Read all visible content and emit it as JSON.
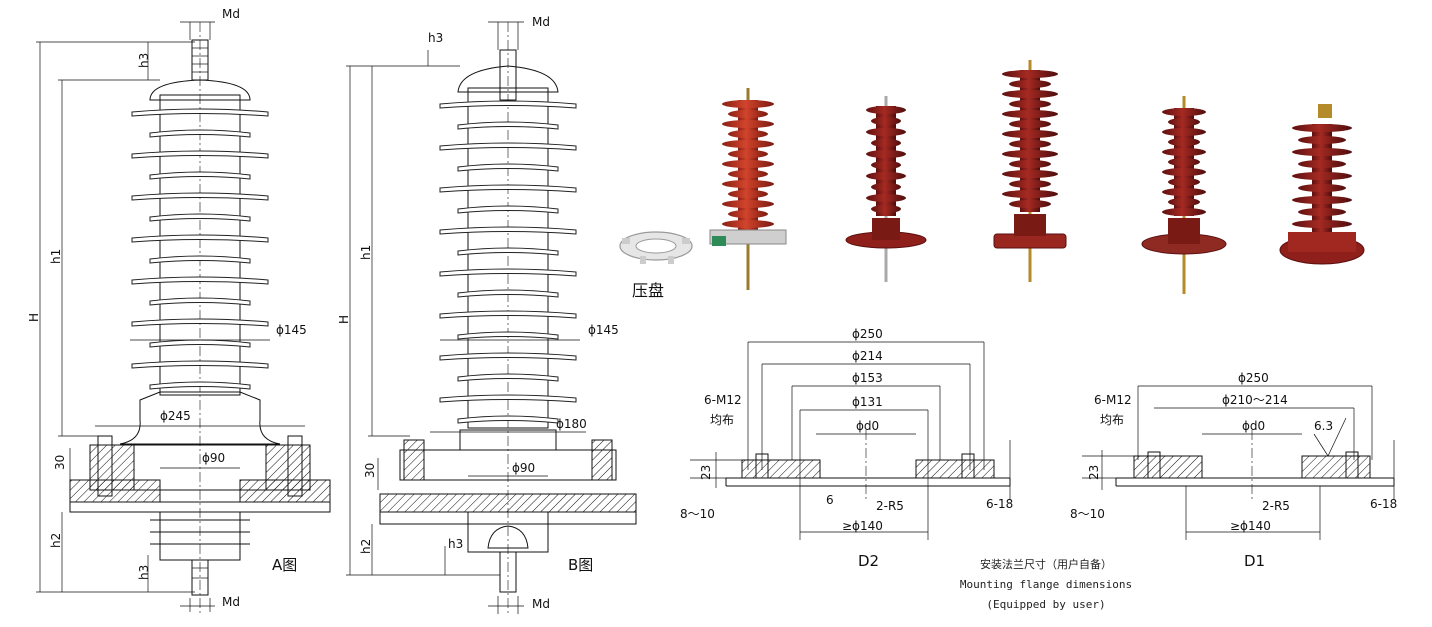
{
  "figure_a": {
    "caption": "A图",
    "labels": {
      "md_top": "Md",
      "md_bottom": "Md",
      "h3_top": "h3",
      "h3_bottom": "h3",
      "h1": "h1",
      "H": "H",
      "h2": "h2",
      "d145": "ϕ145",
      "d245": "ϕ245",
      "d90": "ϕ90",
      "thirty": "30"
    }
  },
  "figure_b": {
    "caption": "B图",
    "labels": {
      "md_top": "Md",
      "md_bottom": "Md",
      "h3_top": "h3",
      "h3_bottom": "h3",
      "h1": "h1",
      "H": "H",
      "h2": "h2",
      "d145": "ϕ145",
      "d180": "ϕ180",
      "d90": "ϕ90",
      "thirty": "30"
    }
  },
  "pressure_plate_label": "压盘",
  "product_photos": [
    "arrester-photo-1",
    "arrester-photo-2",
    "arrester-photo-3",
    "arrester-photo-4",
    "arrester-photo-5"
  ],
  "flange_d2": {
    "caption": "D2",
    "labels": {
      "d250": "ϕ250",
      "d214": "ϕ214",
      "d153": "ϕ153",
      "d131": "ϕ131",
      "dd0": "ϕd0",
      "bolts": "6-M12",
      "uniform": "均布",
      "t23": "23",
      "six": "6",
      "r5": "2-R5",
      "d140": "≥ϕ140",
      "range1": "8～10",
      "range2": "6-18"
    }
  },
  "flange_d1": {
    "caption": "D1",
    "labels": {
      "d250": "ϕ250",
      "d210": "ϕ210～214",
      "dd0": "ϕd0",
      "bolts": "6-M12",
      "uniform": "均布",
      "t23": "23",
      "roughness": "6.3",
      "r5": "2-R5",
      "d140": "≥ϕ140",
      "range1": "8～10",
      "range2": "6-18"
    }
  },
  "notes": {
    "line1": "安装法兰尺寸（用户自备）",
    "line2": "Mounting flange dimensions",
    "line3": "(Equipped by user)"
  }
}
